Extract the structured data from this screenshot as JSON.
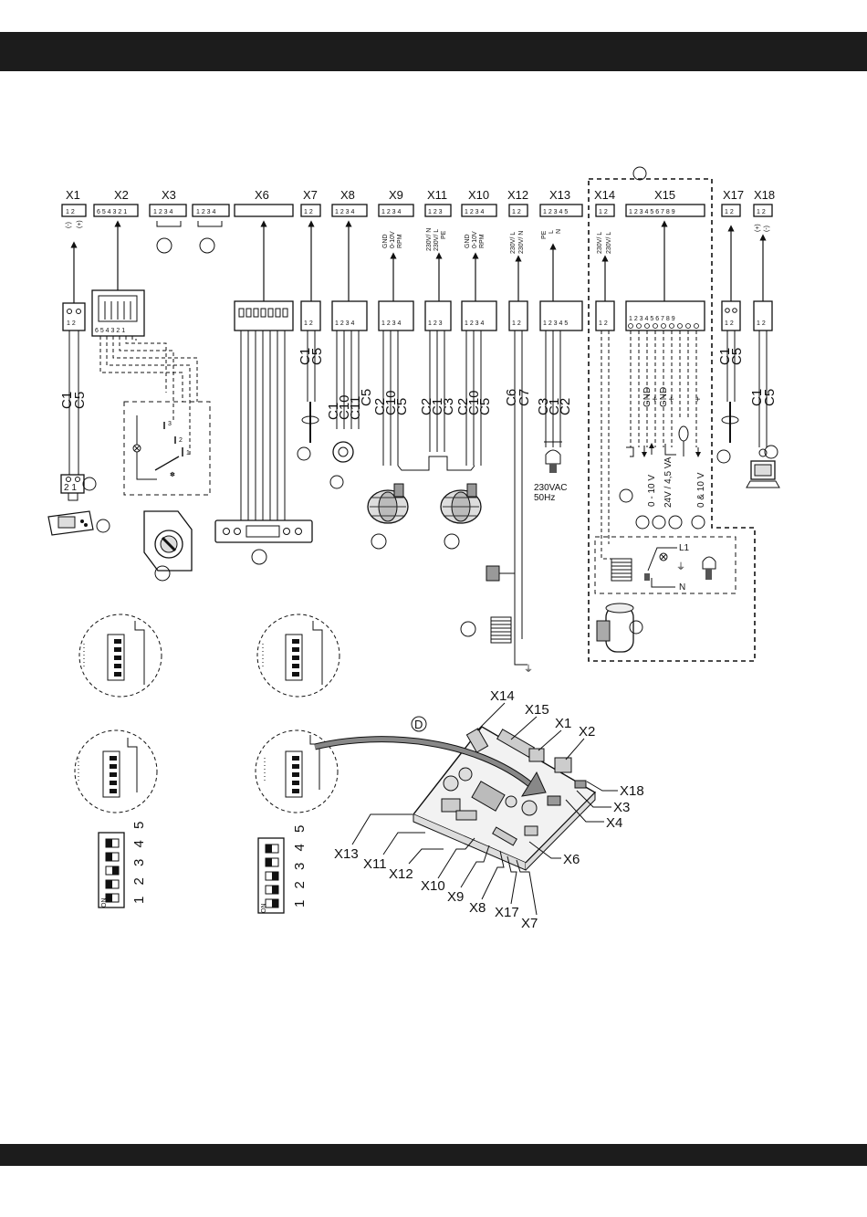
{
  "connectors": [
    {
      "name": "X1",
      "pins": "1 2",
      "signal": [
        "(-)",
        "(+)"
      ]
    },
    {
      "name": "X2",
      "pins": "6 5 4 3 2 1",
      "signal": []
    },
    {
      "name": "X3",
      "pins": "1 2 3 4",
      "signal": []
    },
    {
      "name": "X4",
      "pins": "1 2 3 4",
      "signal": []
    },
    {
      "name": "X6",
      "pins": "",
      "signal": []
    },
    {
      "name": "X7",
      "pins": "1 2",
      "signal": []
    },
    {
      "name": "X8",
      "pins": "1 2 3 4",
      "signal": []
    },
    {
      "name": "X9",
      "pins": "1 2 3 4",
      "signal": [
        "GND",
        "0-10V",
        "RPM"
      ]
    },
    {
      "name": "X11",
      "pins": "1 2 3",
      "signal": [
        "230V/ N",
        "230V/ L",
        "PE"
      ]
    },
    {
      "name": "X10",
      "pins": "1 2 3 4",
      "signal": [
        "GND",
        "0-10V",
        "RPM"
      ]
    },
    {
      "name": "X12",
      "pins": "1 2",
      "signal": [
        "230V/ L",
        "230V/ N"
      ]
    },
    {
      "name": "X13",
      "pins": "1 2 3 4 5",
      "signal": [
        "PE",
        "L",
        "N"
      ]
    },
    {
      "name": "X14",
      "pins": "1 2",
      "signal": [
        "230V/ L",
        "230V/ L"
      ]
    },
    {
      "name": "X15",
      "pins": "1 2 3 4 5 6 7 8 9",
      "signal": []
    },
    {
      "name": "X17",
      "pins": "1 2",
      "signal": []
    },
    {
      "name": "X18",
      "pins": "1 2",
      "signal": [
        "(+)",
        "(-)"
      ]
    }
  ],
  "cables": {
    "x1": [
      "C1",
      "C5"
    ],
    "x7": [
      "C1",
      "C5"
    ],
    "x8": [
      "C1",
      "C10",
      "C11",
      "C5"
    ],
    "x9": [
      "C2",
      "C10",
      "C5"
    ],
    "x11": [
      "C2",
      "C1",
      "C3"
    ],
    "x10": [
      "C2",
      "C10",
      "C5"
    ],
    "x12": [
      "C6",
      "C7"
    ],
    "x13": [
      "C3",
      "C1",
      "C2"
    ],
    "x17": [
      "C1",
      "C5"
    ],
    "x18": [
      "C1",
      "C5"
    ]
  },
  "x15_signals": [
    "GND",
    "+",
    "GND",
    "+",
    "+"
  ],
  "x15_outputs": [
    "0 - 10 V",
    "24V / 4,5 VA",
    "0 & 10 V"
  ],
  "mains_label": [
    "230VAC",
    "50Hz"
  ],
  "relay_labels": {
    "l1": "L1",
    "n": "N"
  },
  "switch_positions": [
    "3",
    "2",
    "1"
  ],
  "thermostat_terminals": "2 1",
  "board_callout": "D",
  "board_labels": {
    "x14": "X14",
    "x15": "X15",
    "x1": "X1",
    "x2": "X2",
    "x18": "X18",
    "x3": "X3",
    "x4": "X4",
    "x6": "X6",
    "x13": "X13",
    "x11": "X11",
    "x12": "X12",
    "x10": "X10",
    "x9": "X9",
    "x8": "X8",
    "x17": "X17",
    "x7": "X7"
  },
  "dip_switch": {
    "numbers": "1 2 3 4 5",
    "on_label": "ON"
  }
}
